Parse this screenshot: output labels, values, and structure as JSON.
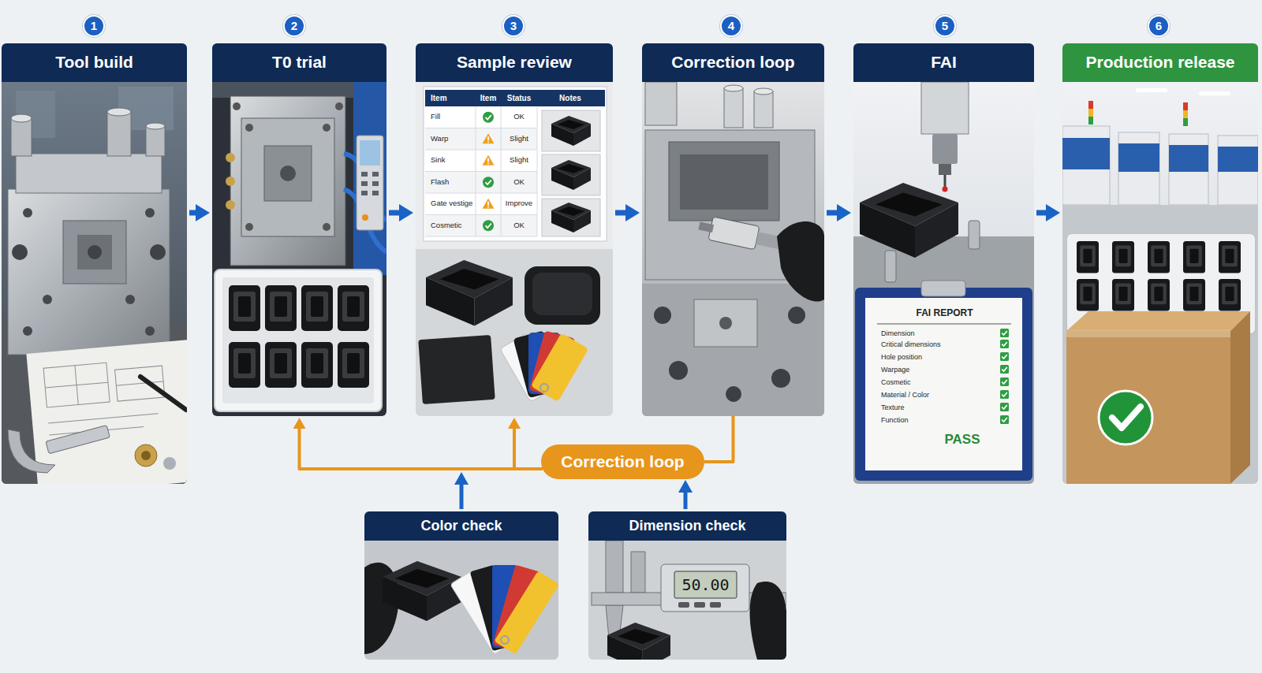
{
  "diagram": {
    "nodes": [
      {
        "text": [
          "1"
        ]
      },
      {
        "text": [
          "2"
        ]
      },
      {
        "text": [
          "3"
        ]
      },
      {
        "text": [
          "4"
        ]
      },
      {
        "text": [
          "5"
        ]
      },
      {
        "text": [
          "6"
        ]
      },
      {
        "text": [
          "Tool build"
        ]
      },
      {
        "text": [
          "T0 trial"
        ]
      },
      {
        "text": [
          "Sample review"
        ]
      },
      {
        "text": [
          "Correction loop"
        ]
      },
      {
        "text": [
          "FAI"
        ]
      },
      {
        "text": [
          "Production release"
        ]
      },
      {
        "text": [
          "Correction loop"
        ]
      },
      {
        "text": [
          "Color check"
        ]
      },
      {
        "text": [
          "Dimension check"
        ]
      }
    ],
    "edges": [
      {
        "from": 6,
        "to": 7,
        "arrow": "to"
      },
      {
        "from": 7,
        "to": 8,
        "arrow": "to"
      },
      {
        "from": 8,
        "to": 9,
        "arrow": "to"
      },
      {
        "from": 9,
        "to": 10,
        "arrow": "to"
      },
      {
        "from": 10,
        "to": 11,
        "arrow": "to"
      },
      {
        "from": 9,
        "to": 12,
        "arrow": "none"
      },
      {
        "from": 12,
        "to": 7,
        "arrow": "to"
      },
      {
        "from": 12,
        "to": 8,
        "arrow": "to"
      },
      {
        "from": 13,
        "to": 12,
        "arrow": "to"
      },
      {
        "from": 14,
        "to": 12,
        "arrow": "to"
      }
    ],
    "labels": [
      "Item",
      "Item",
      "Status",
      "Notes",
      "Fill",
      "OK",
      "Warp",
      "Slight",
      "Sink",
      "Slight",
      "Flash",
      "OK",
      "Gate vestige",
      "Improve",
      "Cosmetic",
      "OK",
      "FAI REPORT",
      "Dimension",
      "Critical dimensions",
      "Hole position",
      "Warpage",
      "Cosmetic",
      "Material / Color",
      "Texture",
      "Function",
      "PASS",
      "50.00"
    ]
  }
}
